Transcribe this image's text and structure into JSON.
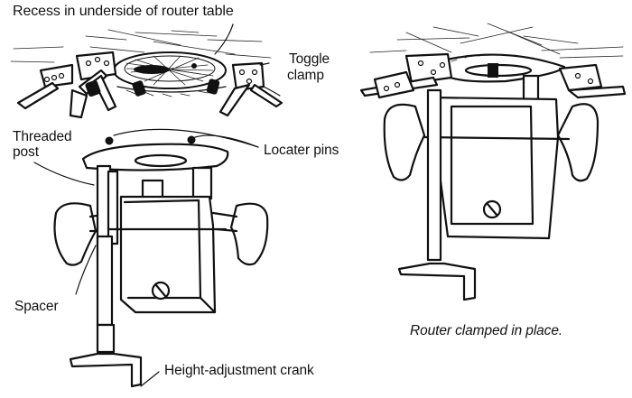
{
  "figure": {
    "type": "technical-illustration",
    "subject": "Router mounted under router table with toggle clamps",
    "colors": {
      "ink": "#111111",
      "background": "#ffffff"
    }
  },
  "labels": {
    "recess": "Recess in underside of router table",
    "toggle_clamp_line1": "Toggle",
    "toggle_clamp_line2": "clamp",
    "threaded_post_line1": "Threaded",
    "threaded_post_line2": "post",
    "locater_pins": "Locater pins",
    "spacer": "Spacer",
    "height_crank": "Height-adjustment crank"
  },
  "caption": "Router clamped in place."
}
